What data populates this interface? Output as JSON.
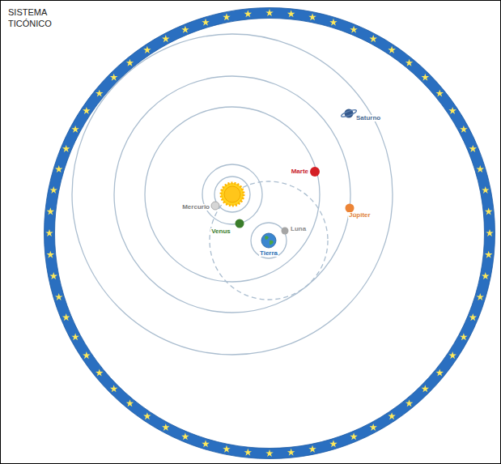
{
  "diagram": {
    "title": "SISTEMA TICÓNICO",
    "labels": [
      "Saturno",
      "Marte",
      "Júpiter",
      "Mercurio",
      "Venus",
      "Luna",
      "Tierra"
    ]
  }
}
